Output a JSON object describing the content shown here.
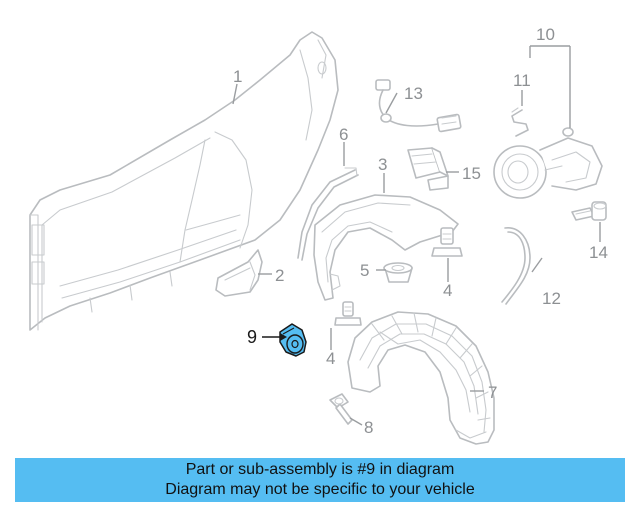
{
  "diagram": {
    "callouts": [
      "1",
      "2",
      "3",
      "4",
      "4",
      "5",
      "6",
      "7",
      "8",
      "9",
      "10",
      "11",
      "12",
      "13",
      "14",
      "15"
    ],
    "highlighted_part": "9",
    "highlight_color": "#55bdf2",
    "line_color": "#b9bcbf"
  },
  "banner": {
    "line1": "Part or sub-assembly is #9 in diagram",
    "line2": "Diagram may not be specific to your vehicle",
    "color": "#55bdf2"
  }
}
